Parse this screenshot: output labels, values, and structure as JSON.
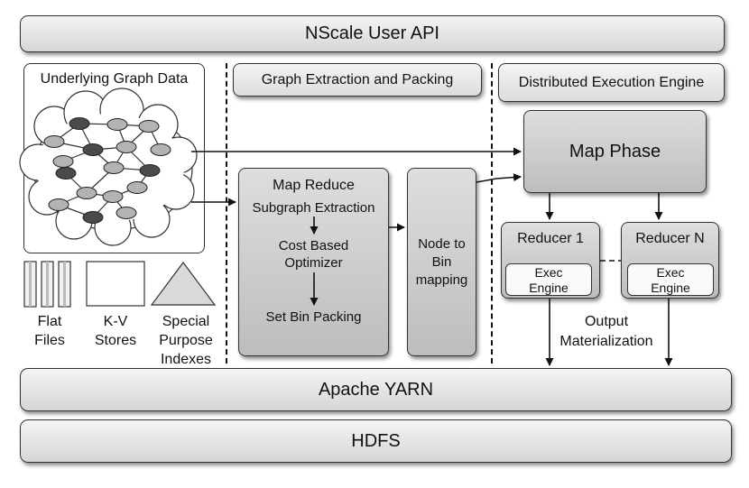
{
  "top_bar": "NScale User API",
  "yarn_bar": "Apache YARN",
  "hdfs_bar": "HDFS",
  "graph_data": {
    "title": "Underlying Graph Data",
    "stores": {
      "flat_files": [
        "Flat",
        "Files"
      ],
      "kv_stores": [
        "K-V",
        "Stores"
      ],
      "special": [
        "Special",
        "Purpose",
        "Indexes"
      ]
    }
  },
  "extraction": {
    "header": "Graph Extraction and Packing",
    "map_reduce": {
      "title": "Map Reduce",
      "step1": "Subgraph Extraction",
      "step2": [
        "Cost Based",
        "Optimizer"
      ],
      "step3": "Set Bin Packing"
    },
    "node_to_bin": [
      "Node to",
      "Bin",
      "mapping"
    ]
  },
  "execution": {
    "header": "Distributed Execution Engine",
    "map_phase": "Map Phase",
    "reducer1": "Reducer 1",
    "reducerN": "Reducer N",
    "exec_engine": [
      "Exec",
      "Engine"
    ],
    "output_label": [
      "Output",
      "Materialization"
    ]
  },
  "colors": {
    "node_dark": "#4a4a4a",
    "node_light": "#b3b3b3",
    "border": "#333333"
  }
}
